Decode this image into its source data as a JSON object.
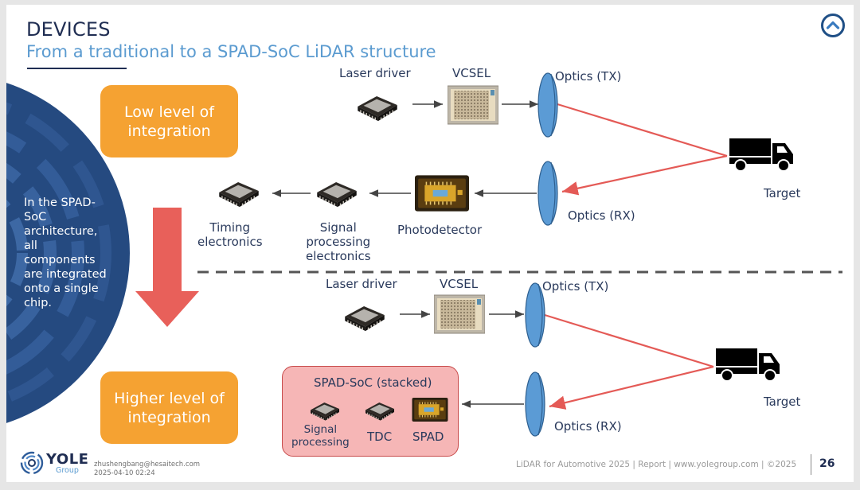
{
  "header": {
    "title": "DEVICES",
    "subtitle": "From a traditional to a SPAD-SoC LiDAR structure",
    "nav_icon": "chevron-up-circle-icon"
  },
  "side_note": "In the SPAD-SoC architecture, all components are integrated onto a single chip.",
  "levels": {
    "low": "Low level of integration",
    "high": "Higher level of integration"
  },
  "traditional": {
    "laser_driver": "Laser driver",
    "vcsel": "VCSEL",
    "optics_tx": "Optics (TX)",
    "optics_rx": "Optics (RX)",
    "target": "Target",
    "photodetector": "Photodetector",
    "signal_processing": [
      "Signal",
      "processing",
      "electronics"
    ],
    "timing": [
      "Timing",
      "electronics"
    ]
  },
  "spad_soc": {
    "laser_driver": "Laser driver",
    "vcsel": "VCSEL",
    "optics_tx": "Optics (TX)",
    "optics_rx": "Optics (RX)",
    "target": "Target",
    "box_title": "SPAD-SoC (stacked)",
    "signal_processing": [
      "Signal",
      "processing"
    ],
    "tdc": "TDC",
    "spad": "SPAD"
  },
  "colors": {
    "navy": "#1f2d52",
    "subtitle_blue": "#5b9bd0",
    "orange": "#f5a232",
    "red_arrow": "#e8605a",
    "laser_line": "#e45a56",
    "lens_blue": "#5b9bd5",
    "soc_fill": "#f6b6b6"
  },
  "footer": {
    "logo_text": "YOLE",
    "logo_sub": "Group",
    "email": "zhushengbang@hesaitech.com",
    "timestamp": "2025-04-10 02:24",
    "report": "LiDAR for Automotive 2025 | Report | www.yolegroup.com | ©2025",
    "page": "26"
  }
}
